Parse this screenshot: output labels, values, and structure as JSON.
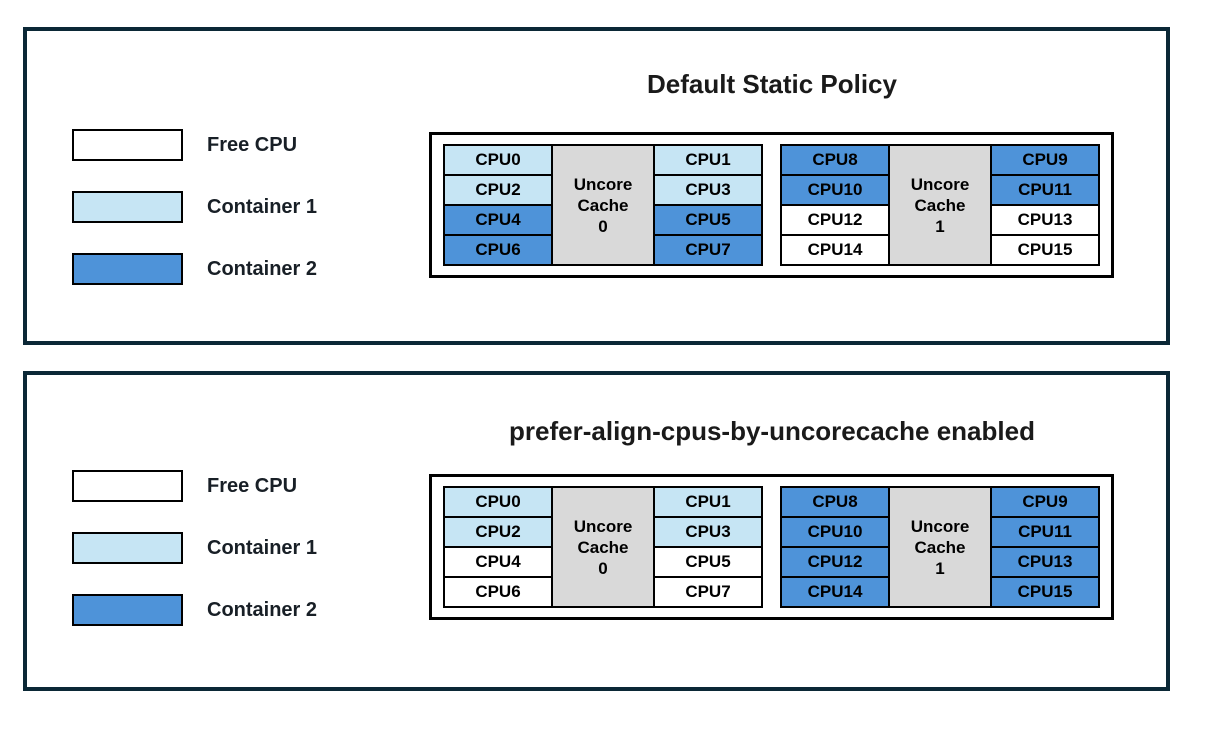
{
  "colors": {
    "free_cpu": "#ffffff",
    "container1": "#c6e5f4",
    "container2": "#4e93d9",
    "uncore_cache_fill": "#d9d9d9",
    "panel_border": "#0b2836"
  },
  "legend": {
    "items": [
      {
        "label": "Free CPU",
        "fill": "free_cpu"
      },
      {
        "label": "Container 1",
        "fill": "container1"
      },
      {
        "label": "Container 2",
        "fill": "container2"
      }
    ]
  },
  "panels": [
    {
      "title": "Default Static Policy",
      "groups": [
        {
          "cache_lines": [
            "Uncore",
            "Cache",
            "0"
          ],
          "left_cpus": [
            {
              "label": "CPU0",
              "fill": "container1"
            },
            {
              "label": "CPU2",
              "fill": "container1"
            },
            {
              "label": "CPU4",
              "fill": "container2"
            },
            {
              "label": "CPU6",
              "fill": "container2"
            }
          ],
          "right_cpus": [
            {
              "label": "CPU1",
              "fill": "container1"
            },
            {
              "label": "CPU3",
              "fill": "container1"
            },
            {
              "label": "CPU5",
              "fill": "container2"
            },
            {
              "label": "CPU7",
              "fill": "container2"
            }
          ]
        },
        {
          "cache_lines": [
            "Uncore",
            "Cache",
            "1"
          ],
          "left_cpus": [
            {
              "label": "CPU8",
              "fill": "container2"
            },
            {
              "label": "CPU10",
              "fill": "container2"
            },
            {
              "label": "CPU12",
              "fill": "free_cpu"
            },
            {
              "label": "CPU14",
              "fill": "free_cpu"
            }
          ],
          "right_cpus": [
            {
              "label": "CPU9",
              "fill": "container2"
            },
            {
              "label": "CPU11",
              "fill": "container2"
            },
            {
              "label": "CPU13",
              "fill": "free_cpu"
            },
            {
              "label": "CPU15",
              "fill": "free_cpu"
            }
          ]
        }
      ]
    },
    {
      "title": "prefer-align-cpus-by-uncorecache enabled",
      "groups": [
        {
          "cache_lines": [
            "Uncore",
            "Cache",
            "0"
          ],
          "left_cpus": [
            {
              "label": "CPU0",
              "fill": "container1"
            },
            {
              "label": "CPU2",
              "fill": "container1"
            },
            {
              "label": "CPU4",
              "fill": "free_cpu"
            },
            {
              "label": "CPU6",
              "fill": "free_cpu"
            }
          ],
          "right_cpus": [
            {
              "label": "CPU1",
              "fill": "container1"
            },
            {
              "label": "CPU3",
              "fill": "container1"
            },
            {
              "label": "CPU5",
              "fill": "free_cpu"
            },
            {
              "label": "CPU7",
              "fill": "free_cpu"
            }
          ]
        },
        {
          "cache_lines": [
            "Uncore",
            "Cache",
            "1"
          ],
          "left_cpus": [
            {
              "label": "CPU8",
              "fill": "container2"
            },
            {
              "label": "CPU10",
              "fill": "container2"
            },
            {
              "label": "CPU12",
              "fill": "container2"
            },
            {
              "label": "CPU14",
              "fill": "container2"
            }
          ],
          "right_cpus": [
            {
              "label": "CPU9",
              "fill": "container2"
            },
            {
              "label": "CPU11",
              "fill": "container2"
            },
            {
              "label": "CPU13",
              "fill": "container2"
            },
            {
              "label": "CPU15",
              "fill": "container2"
            }
          ]
        }
      ]
    }
  ]
}
